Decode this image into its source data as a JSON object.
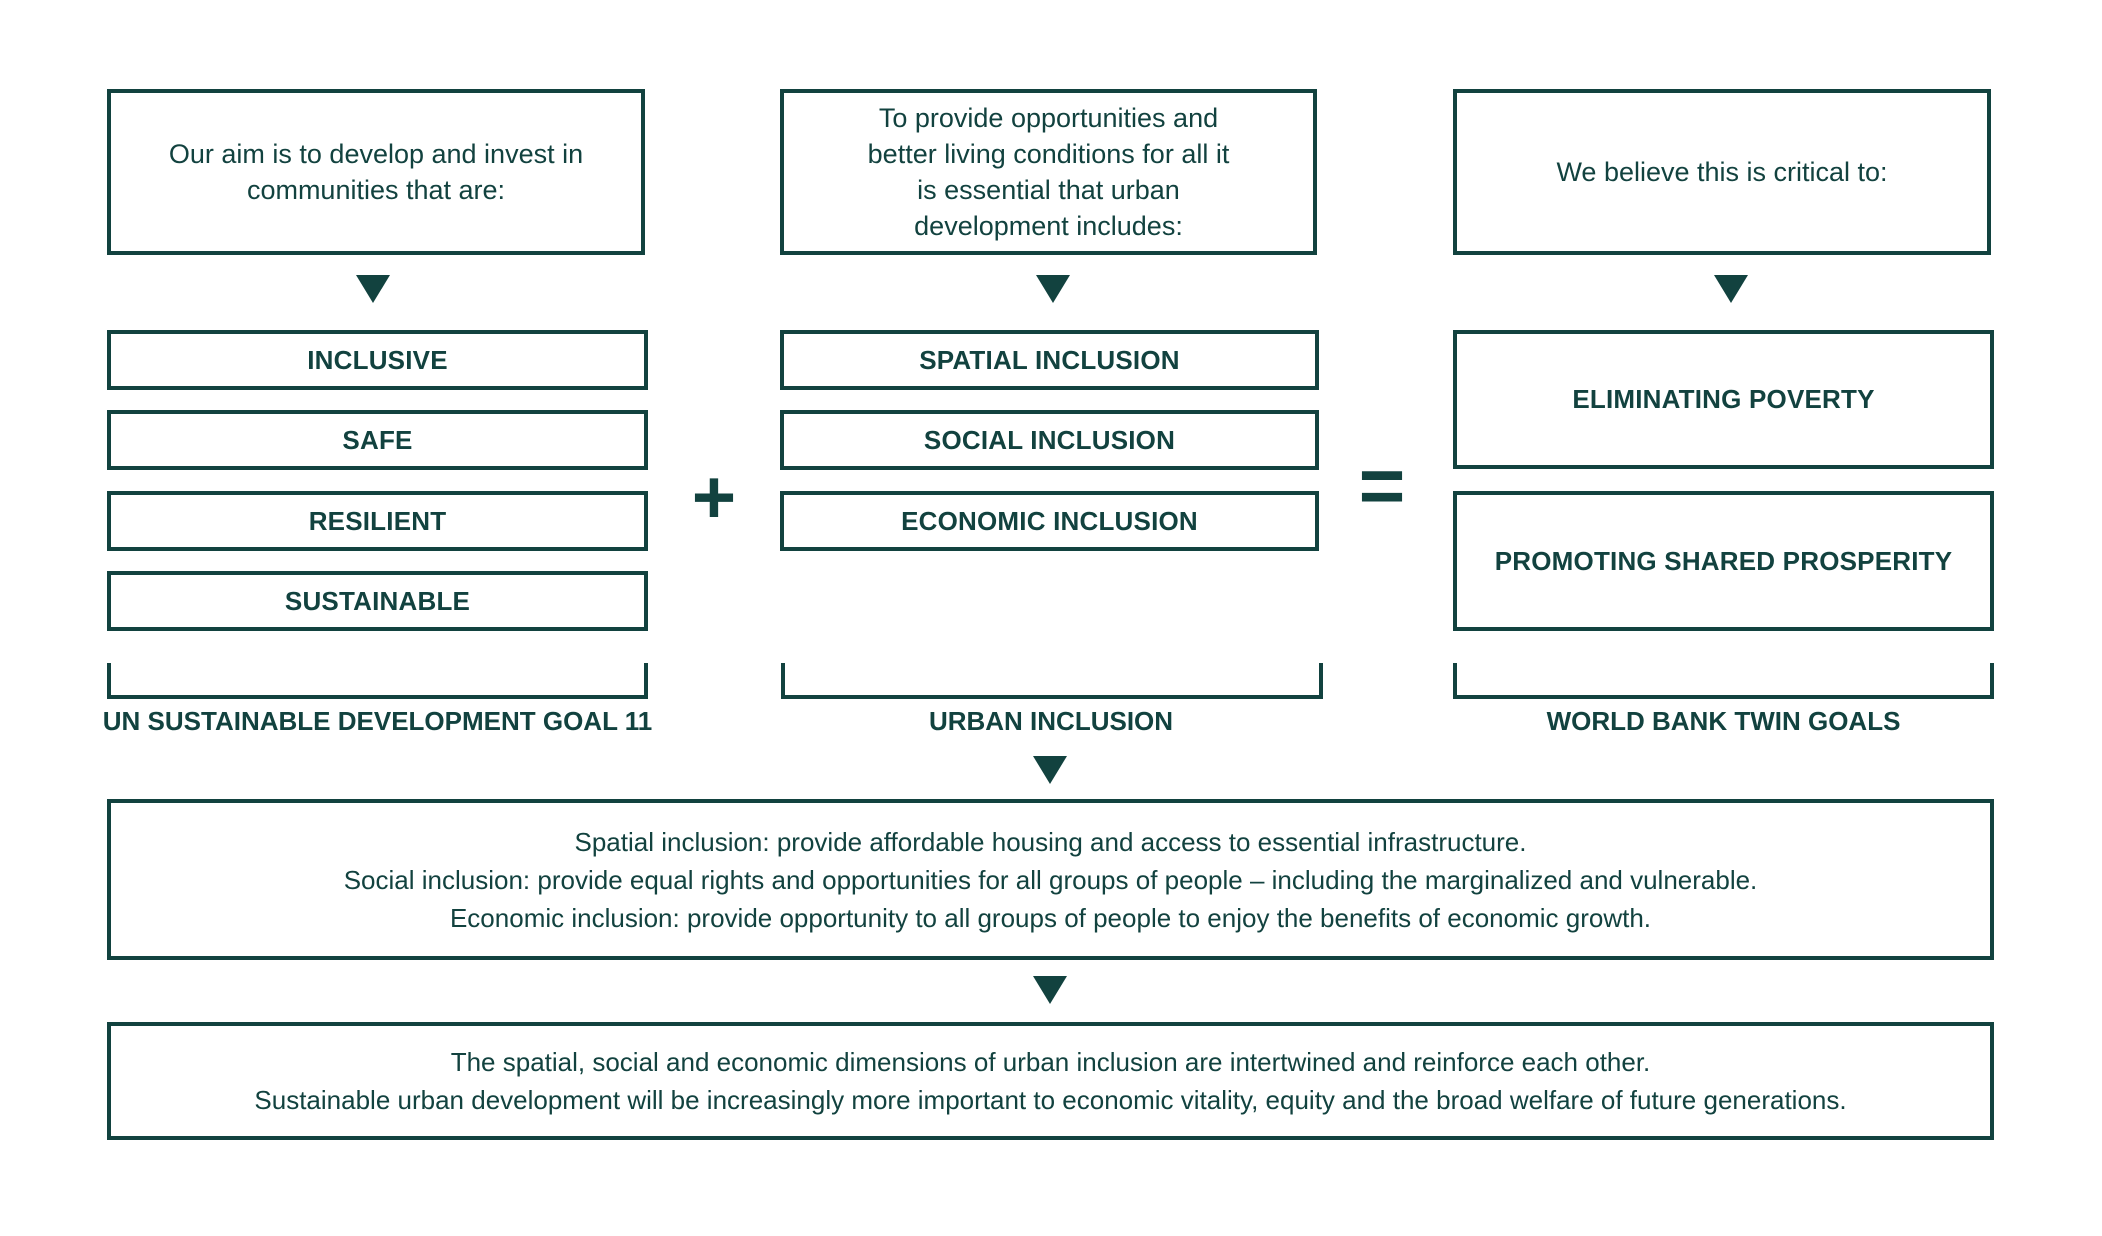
{
  "colors": {
    "accent": "#12423f",
    "background": "#ffffff"
  },
  "columns": [
    {
      "intro": "Our aim is to develop and invest in communities that are:",
      "items": [
        "INCLUSIVE",
        "SAFE",
        "RESILIENT",
        "SUSTAINABLE"
      ],
      "label": "UN SUSTAINABLE DEVELOPMENT GOAL 11"
    },
    {
      "intro": "To provide opportunities and better living conditions for all it is essential that urban development includes:",
      "items": [
        "SPATIAL INCLUSION",
        "SOCIAL INCLUSION",
        "ECONOMIC INCLUSION"
      ],
      "label": "URBAN INCLUSION"
    },
    {
      "intro": "We believe this is critical to:",
      "items": [
        "ELIMINATING POVERTY",
        "PROMOTING SHARED PROSPERITY"
      ],
      "label": "WORLD BANK TWIN GOALS"
    }
  ],
  "operators": {
    "plus": "+",
    "equals": "="
  },
  "detail_box": {
    "lines": [
      "Spatial inclusion: provide affordable housing and access to essential infrastructure.",
      "Social inclusion: provide equal rights and opportunities for all groups of people – including the marginalized and vulnerable.",
      "Economic inclusion: provide opportunity to all groups of people to enjoy the benefits of economic growth."
    ]
  },
  "conclusion_box": {
    "lines": [
      "The spatial, social and economic dimensions of urban inclusion are intertwined and reinforce each other.",
      "Sustainable urban development will be increasingly more important to economic vitality, equity and the broad welfare of future generations."
    ]
  }
}
